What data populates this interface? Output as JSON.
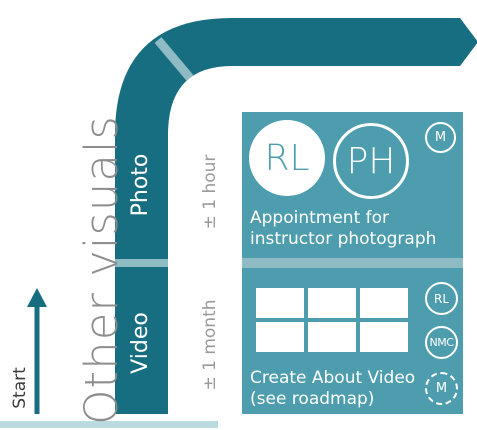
{
  "title": "Other visuals",
  "start_label": "Start",
  "stages": [
    {
      "name": "Photo",
      "duration": "± 1 hour",
      "task": [
        "Appointment for",
        "instructor photograph"
      ],
      "people": [
        "RL",
        "PH",
        "M"
      ]
    },
    {
      "name": "Video",
      "duration": "± 1 month",
      "task": [
        "Create About Video",
        "(see roadmap)"
      ],
      "people": [
        "RL",
        "NMC",
        "M"
      ]
    }
  ],
  "colors": {
    "band": "#176e80",
    "band_light": "#8fbcc4",
    "panel": "#4d9dae",
    "arrow": "#176e80",
    "baseline": "#bcdbe0"
  }
}
